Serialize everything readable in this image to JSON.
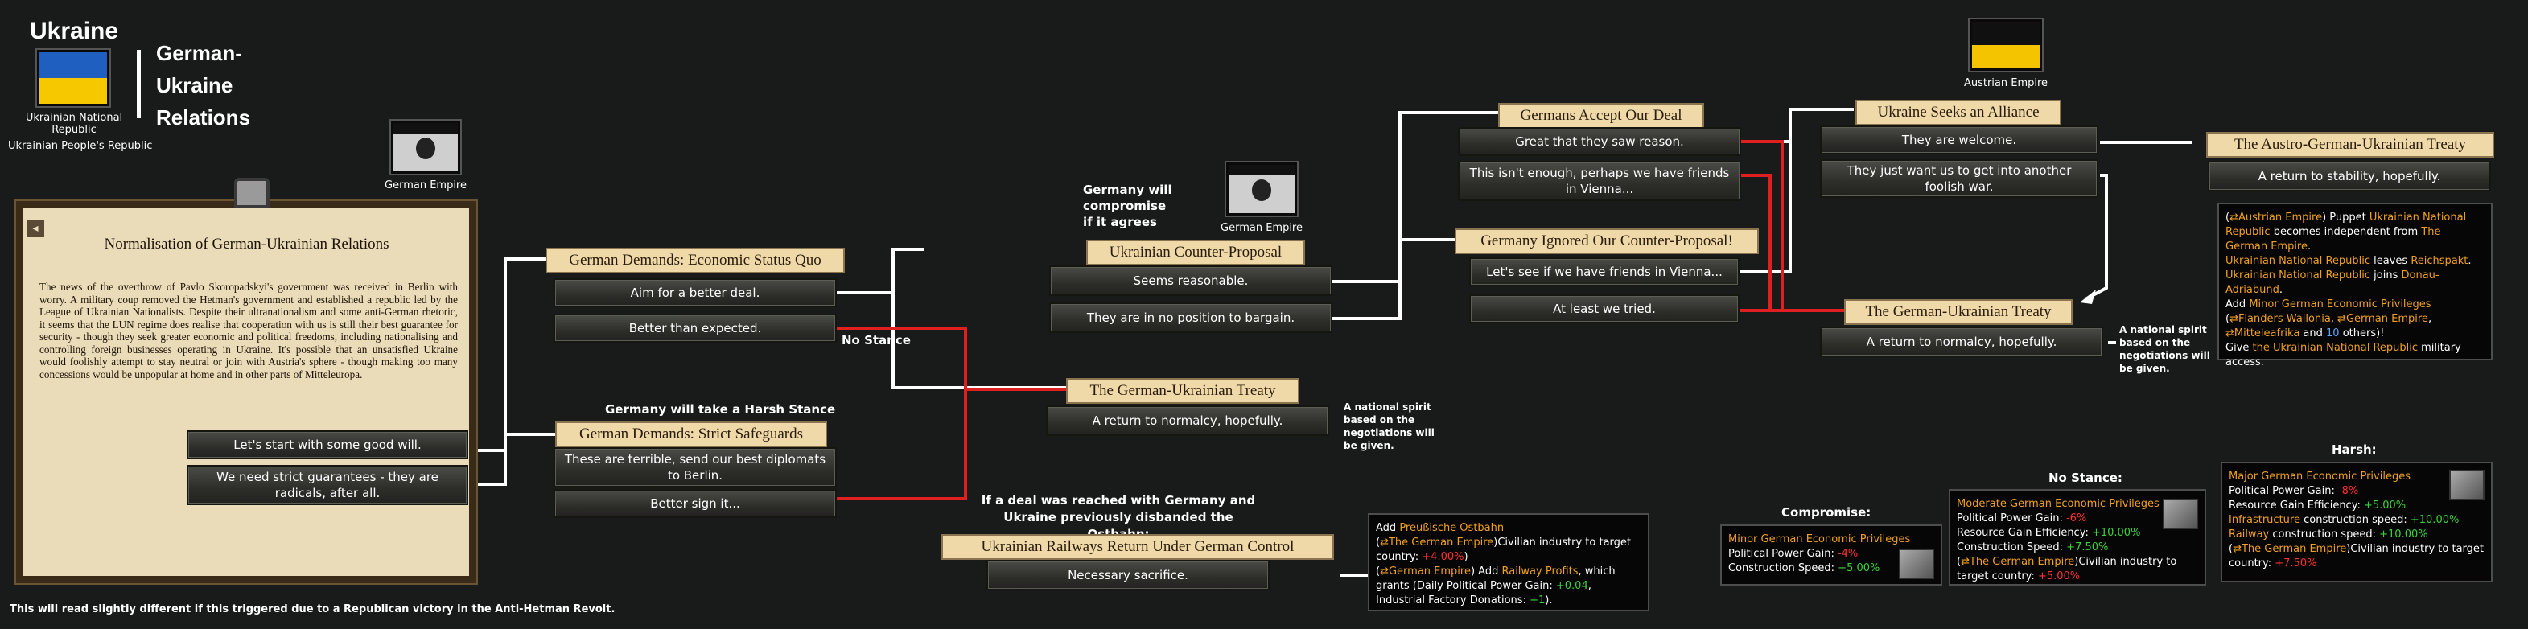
{
  "header": {
    "title": "Ukraine",
    "relations_title": "German-\nUkraine\nRelations",
    "relations_lines": [
      "German-",
      "Ukraine",
      "Relations"
    ],
    "country_label": "Ukrainian National Republic",
    "alt_country_label": "Ukrainian People's Republic"
  },
  "tags": {
    "german_empire": "German Empire",
    "austrian_empire": "Austrian Empire"
  },
  "event": {
    "title": "Normalisation of German-Ukrainian Relations",
    "body": "The news of the overthrow of Pavlo Skoropadskyi's government was received in Berlin with worry. A military coup removed the Hetman's government and established a republic led by the League of Ukrainian Nationalists. Despite their ultranationalism and some anti-German rhetoric, it seems that the LUN regime does realise that cooperation with us is still their best guarantee for security - though they seek greater economic and political freedoms, including nationalising and controlling foreign businesses operating in Ukraine. It's possible that an unsatisfied Ukraine would foolishly attempt to stay neutral or join with Austria's sphere - though making too many concessions would be unpopular at home and in other parts of Mitteleuropa.",
    "options": [
      "Let's start with some good will.",
      "We need strict guarantees - they are radicals, after all."
    ]
  },
  "footnote": "This will read slightly different if this triggered due to a Republican victory in the Anti-Hetman Revolt.",
  "nodes": {
    "econ": {
      "title": "German Demands: Economic Status Quo",
      "options": [
        "Aim for a better deal.",
        "Better than expected."
      ]
    },
    "strict": {
      "title": "German Demands: Strict Safeguards",
      "options": [
        "These are terrible, send our best diplomats to Berlin.",
        "Better sign it..."
      ]
    },
    "counter": {
      "title": "Ukrainian Counter-Proposal",
      "options": [
        "Seems reasonable.",
        "They are in no position to bargain."
      ]
    },
    "treaty1": {
      "title": "The German-Ukrainian Treaty",
      "options": [
        "A return to normalcy, hopefully."
      ]
    },
    "railways": {
      "title": "Ukrainian Railways Return Under German Control",
      "options": [
        "Necessary sacrifice."
      ]
    },
    "accept": {
      "title": "Germans Accept Our Deal",
      "options": [
        "Great that they saw reason.",
        "This isn't enough, perhaps we have friends in Vienna..."
      ]
    },
    "ignored": {
      "title": "Germany Ignored Our Counter-Proposal!",
      "options": [
        "Let's see if we have friends in Vienna...",
        "At least we tried."
      ]
    },
    "alliance": {
      "title": "Ukraine Seeks an Alliance",
      "options": [
        "They are welcome.",
        "They just want us to get into another foolish war."
      ]
    },
    "treaty2": {
      "title": "The German-Ukrainian Treaty",
      "options": [
        "A return to normalcy, hopefully."
      ]
    },
    "austro": {
      "title": "The Austro-German-Ukrainian Treaty",
      "options": [
        "A return to stability, hopefully."
      ]
    }
  },
  "captions": {
    "nostance": "No Stance",
    "harsh_stance": "Germany will take a Harsh Stance",
    "compromise_if": "Germany will\ncompromise\nif it agrees",
    "ostbahn": "If a deal was reached with Germany and\nUkraine previously disbanded the Ostbahn:",
    "spirit1": "A national spirit\nbased on the\nnegotiations will\nbe given.",
    "spirit2": "A national spirit\nbased on the\nnegotiations will\nbe given.",
    "compromise": "Compromise:",
    "no_stance_hdr": "No Stance:",
    "harsh": "Harsh:"
  },
  "colors": {
    "red": "#e02020",
    "white": "#ffffff",
    "accent": "#f0a020",
    "positive": "#39d239",
    "negative": "#ff3030"
  }
}
